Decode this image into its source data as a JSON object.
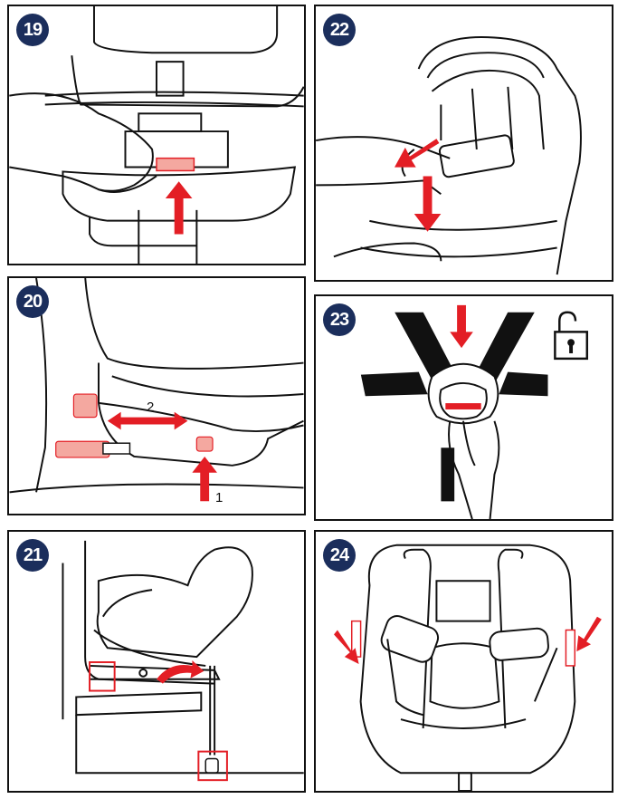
{
  "panels": {
    "p19": {
      "step": "19"
    },
    "p20": {
      "step": "20",
      "label_1": "1",
      "label_2": "2"
    },
    "p21": {
      "step": "21"
    },
    "p22": {
      "step": "22"
    },
    "p23": {
      "step": "23",
      "icon": "unlock-icon"
    },
    "p24": {
      "step": "24"
    }
  },
  "colors": {
    "badge": "#1b2e5c",
    "arrow": "#e31e25",
    "highlight": "#f4a8a0",
    "line": "#111111"
  }
}
